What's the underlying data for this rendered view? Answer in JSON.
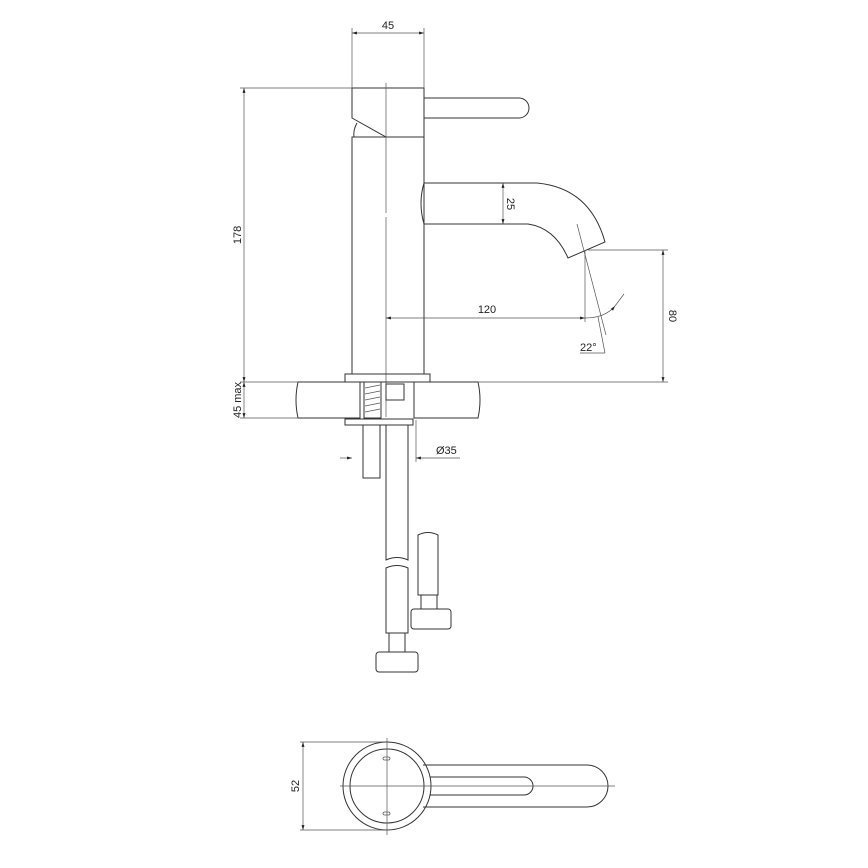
{
  "drawing": {
    "dimensions": {
      "body_width": "45",
      "total_height": "178",
      "spout_diameter": "25",
      "spout_reach": "120",
      "spout_height": "80",
      "spout_angle": "22°",
      "counter_thickness": "45 max",
      "hole_diameter": "Ø35",
      "plan_width": "52"
    },
    "line_color": "#333333"
  }
}
